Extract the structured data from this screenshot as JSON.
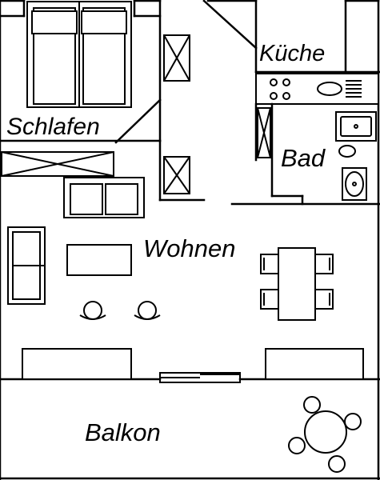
{
  "floor_plan": {
    "rooms": {
      "schlafen": "Schlafen",
      "kueche": "Küche",
      "bad": "Bad",
      "wohnen": "Wohnen",
      "balkon": "Balkon"
    },
    "line_color": "#000000",
    "background_color": "#ffffff"
  }
}
